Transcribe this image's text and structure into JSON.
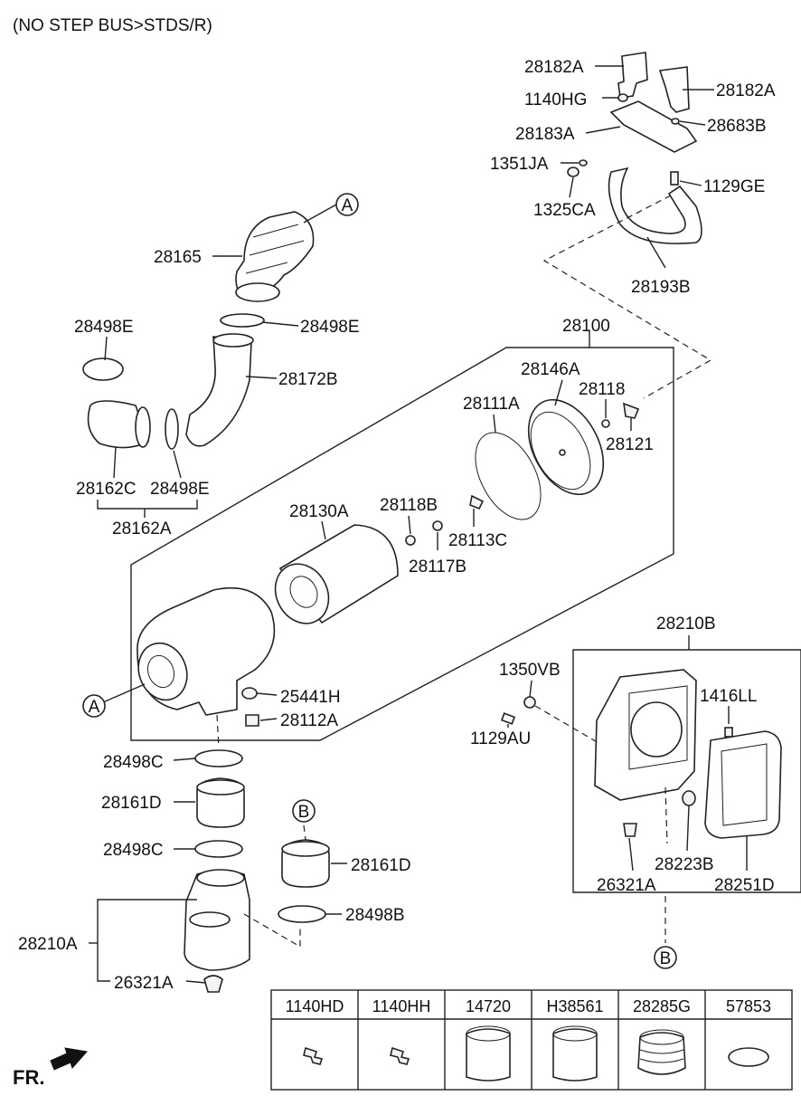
{
  "title": "(NO STEP BUS>STDS/R)",
  "fr_label": "FR.",
  "markers": {
    "a": "A",
    "b": "B"
  },
  "labels": {
    "p28182A_1": "28182A",
    "p28182A_2": "28182A",
    "p1140HG": "1140HG",
    "p28183A": "28183A",
    "p28683B": "28683B",
    "p1351JA": "1351JA",
    "p1129GE": "1129GE",
    "p1325CA": "1325CA",
    "p28193B": "28193B",
    "p28165": "28165",
    "p28498E_top": "28498E",
    "p28498E_left": "28498E",
    "p28172B": "28172B",
    "p28162C": "28162C",
    "p28498E_bottom": "28498E",
    "p28162A": "28162A",
    "p28100": "28100",
    "p28146A": "28146A",
    "p28118": "28118",
    "p28111A": "28111A",
    "p28121": "28121",
    "p28130A": "28130A",
    "p28118B": "28118B",
    "p28113C": "28113C",
    "p28117B": "28117B",
    "p25441H": "25441H",
    "p28112A": "28112A",
    "p28210B": "28210B",
    "p1350VB": "1350VB",
    "p1416LL": "1416LL",
    "p1129AU": "1129AU",
    "p28223B": "28223B",
    "p26321A_right": "26321A",
    "p28251D": "28251D",
    "p28498C_1": "28498C",
    "p28161D_left": "28161D",
    "p28498C_2": "28498C",
    "p28161D_right": "28161D",
    "p28498B": "28498B",
    "p28210A": "28210A",
    "p26321A_left": "26321A"
  },
  "parts_table": {
    "headers": [
      "1140HD",
      "1140HH",
      "14720",
      "H38561",
      "28285G",
      "57853"
    ]
  }
}
